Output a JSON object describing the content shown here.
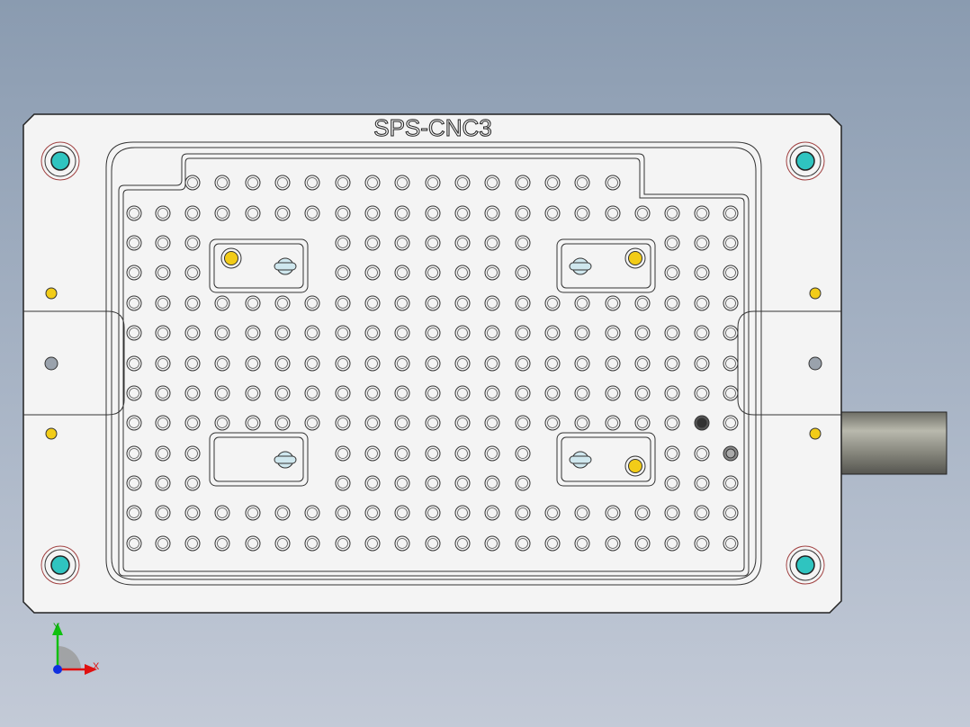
{
  "part": {
    "engraving": "SPS-CNC3"
  },
  "triad": {
    "x_label": "X",
    "y_label": "Y"
  },
  "colors": {
    "background_top": "#8a9bb0",
    "background_bottom": "#c3cad7",
    "plate_fill": "#f4f4f4",
    "plate_stroke": "#333333",
    "locator_pin": "#2fc4c0",
    "yellow_pin": "#f2cc18",
    "gray_pin": "#9aa2ac",
    "cylinder": "#8b8b80",
    "axis_x": "#e01010",
    "axis_y": "#10c010",
    "axis_z": "#1030e0"
  },
  "icons": {
    "corner_bolt": "teal-circle-icon",
    "dowel": "yellow-dot-icon",
    "clamp": "slotted-clamp-icon"
  }
}
